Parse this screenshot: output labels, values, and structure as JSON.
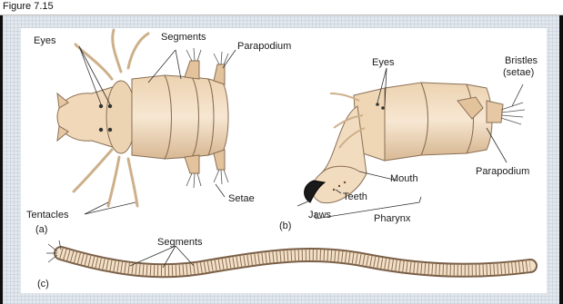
{
  "figure_title": "Figure 7.15",
  "panel_a": {
    "letter": "(a)",
    "labels": {
      "eyes": "Eyes",
      "segments": "Segments",
      "parapodium": "Parapodium",
      "tentacles": "Tentacles",
      "setae": "Setae"
    }
  },
  "panel_b": {
    "letter": "(b)",
    "labels": {
      "eyes": "Eyes",
      "bristles": "Bristles",
      "bristles_sub": "(setae)",
      "teeth": "Teeth",
      "mouth": "Mouth",
      "jaws": "Jaws",
      "pharynx": "Pharynx",
      "parapodium": "Parapodium"
    }
  },
  "panel_c": {
    "letter": "(c)",
    "labels": {
      "segments": "Segments"
    }
  },
  "colors": {
    "body": "#f1dcc0",
    "outline": "#8a6f55",
    "shade": "#d9bc98",
    "background": "#e3e8ee"
  }
}
